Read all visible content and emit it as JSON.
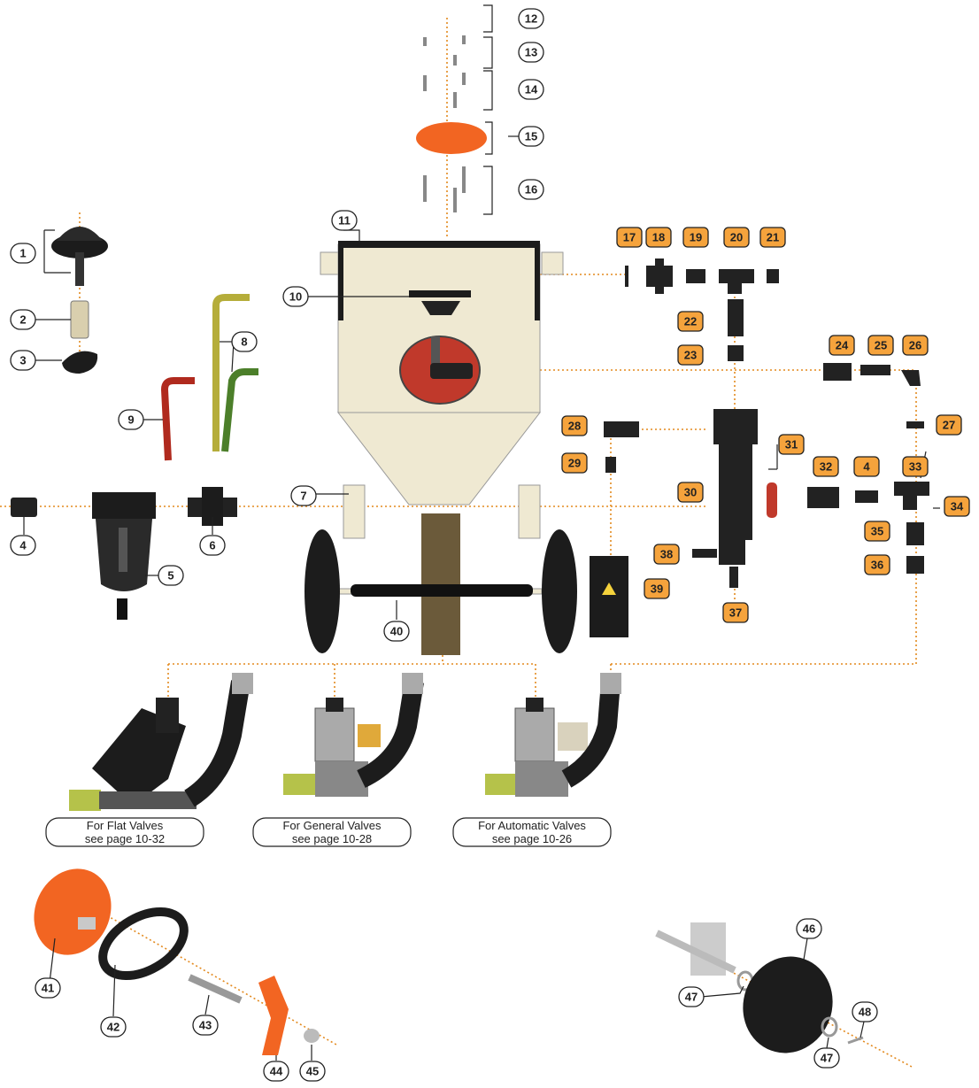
{
  "parts": [
    {
      "num": "1",
      "style": "white"
    },
    {
      "num": "2",
      "style": "white"
    },
    {
      "num": "3",
      "style": "white"
    },
    {
      "num": "4",
      "style": "white"
    },
    {
      "num": "5",
      "style": "white"
    },
    {
      "num": "6",
      "style": "white"
    },
    {
      "num": "7",
      "style": "white"
    },
    {
      "num": "8",
      "style": "white"
    },
    {
      "num": "9",
      "style": "white"
    },
    {
      "num": "10",
      "style": "white"
    },
    {
      "num": "11",
      "style": "white"
    },
    {
      "num": "12",
      "style": "white"
    },
    {
      "num": "13",
      "style": "white"
    },
    {
      "num": "14",
      "style": "white"
    },
    {
      "num": "15",
      "style": "white"
    },
    {
      "num": "16",
      "style": "white"
    },
    {
      "num": "17",
      "style": "orange"
    },
    {
      "num": "18",
      "style": "orange"
    },
    {
      "num": "19",
      "style": "orange"
    },
    {
      "num": "20",
      "style": "orange"
    },
    {
      "num": "21",
      "style": "orange"
    },
    {
      "num": "22",
      "style": "orange"
    },
    {
      "num": "23",
      "style": "orange"
    },
    {
      "num": "24",
      "style": "orange"
    },
    {
      "num": "25",
      "style": "orange"
    },
    {
      "num": "26",
      "style": "orange"
    },
    {
      "num": "27",
      "style": "orange"
    },
    {
      "num": "28",
      "style": "orange"
    },
    {
      "num": "29",
      "style": "orange"
    },
    {
      "num": "30",
      "style": "orange"
    },
    {
      "num": "31",
      "style": "orange"
    },
    {
      "num": "32",
      "style": "orange"
    },
    {
      "num": "4",
      "style": "orange"
    },
    {
      "num": "33",
      "style": "orange"
    },
    {
      "num": "34",
      "style": "orange"
    },
    {
      "num": "35",
      "style": "orange"
    },
    {
      "num": "36",
      "style": "orange"
    },
    {
      "num": "37",
      "style": "orange"
    },
    {
      "num": "38",
      "style": "orange"
    },
    {
      "num": "39",
      "style": "orange"
    },
    {
      "num": "40",
      "style": "white"
    },
    {
      "num": "41",
      "style": "white"
    },
    {
      "num": "42",
      "style": "white"
    },
    {
      "num": "43",
      "style": "white"
    },
    {
      "num": "44",
      "style": "white"
    },
    {
      "num": "45",
      "style": "white"
    },
    {
      "num": "46",
      "style": "white"
    },
    {
      "num": "47",
      "style": "white"
    },
    {
      "num": "47",
      "style": "white"
    },
    {
      "num": "48",
      "style": "white"
    }
  ],
  "valve_notes": [
    {
      "line1": "For Flat Valves",
      "line2": "see page 10-32"
    },
    {
      "line1": "For General Valves",
      "line2": "see page 10-28"
    },
    {
      "line1": "For Automatic Valves",
      "line2": "see page 10-26"
    }
  ],
  "colors": {
    "accent": "#f5a33c",
    "leader": "#e38a1f",
    "part_orange": "#f26522",
    "vessel": "#efe9d2",
    "rubber": "#1c1c1c",
    "label_border": "#222222"
  }
}
